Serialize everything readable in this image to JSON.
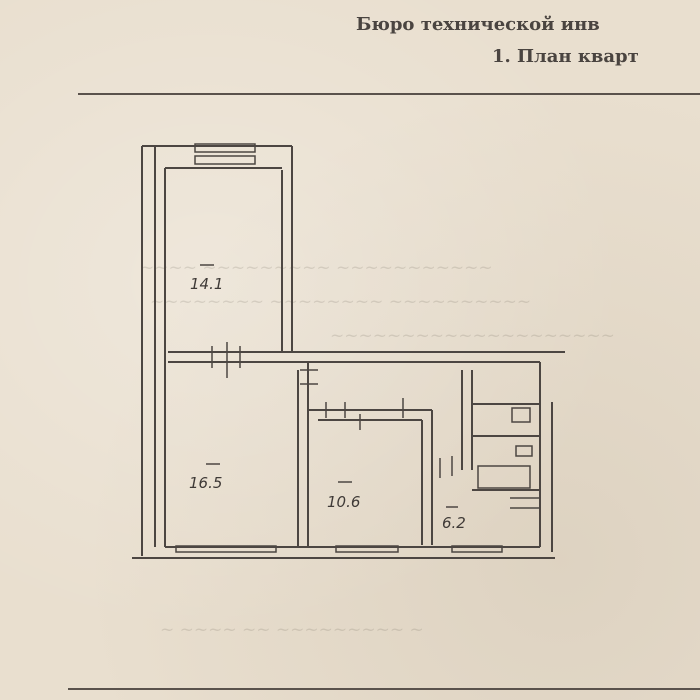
{
  "header": {
    "line1": "Бюро технической инв",
    "line2": "1. План кварт"
  },
  "rooms": [
    {
      "id": "room-top",
      "area_label": "14.1"
    },
    {
      "id": "room-left",
      "area_label": "16.5"
    },
    {
      "id": "room-middle",
      "area_label": "10.6"
    },
    {
      "id": "kitchen",
      "area_label": "6.2"
    }
  ],
  "colors": {
    "paper": "#e9dfcf",
    "ink": "#4c4642"
  }
}
